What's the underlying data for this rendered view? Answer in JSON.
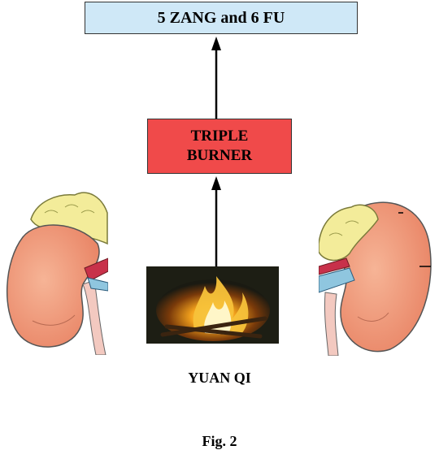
{
  "diagram": {
    "top_box": "5 ZANG and 6 FU",
    "middle_box_line1": "TRIPLE",
    "middle_box_line2": "BURNER",
    "source_label": "YUAN QI",
    "figure_caption": "Fig. 2"
  },
  "colors": {
    "top_box_fill": "#cfe8f7",
    "middle_box_fill": "#f04a4a",
    "arrow": "#000000"
  },
  "icons": [
    "left-kidney-illustration",
    "right-kidney-illustration",
    "fire-image"
  ]
}
